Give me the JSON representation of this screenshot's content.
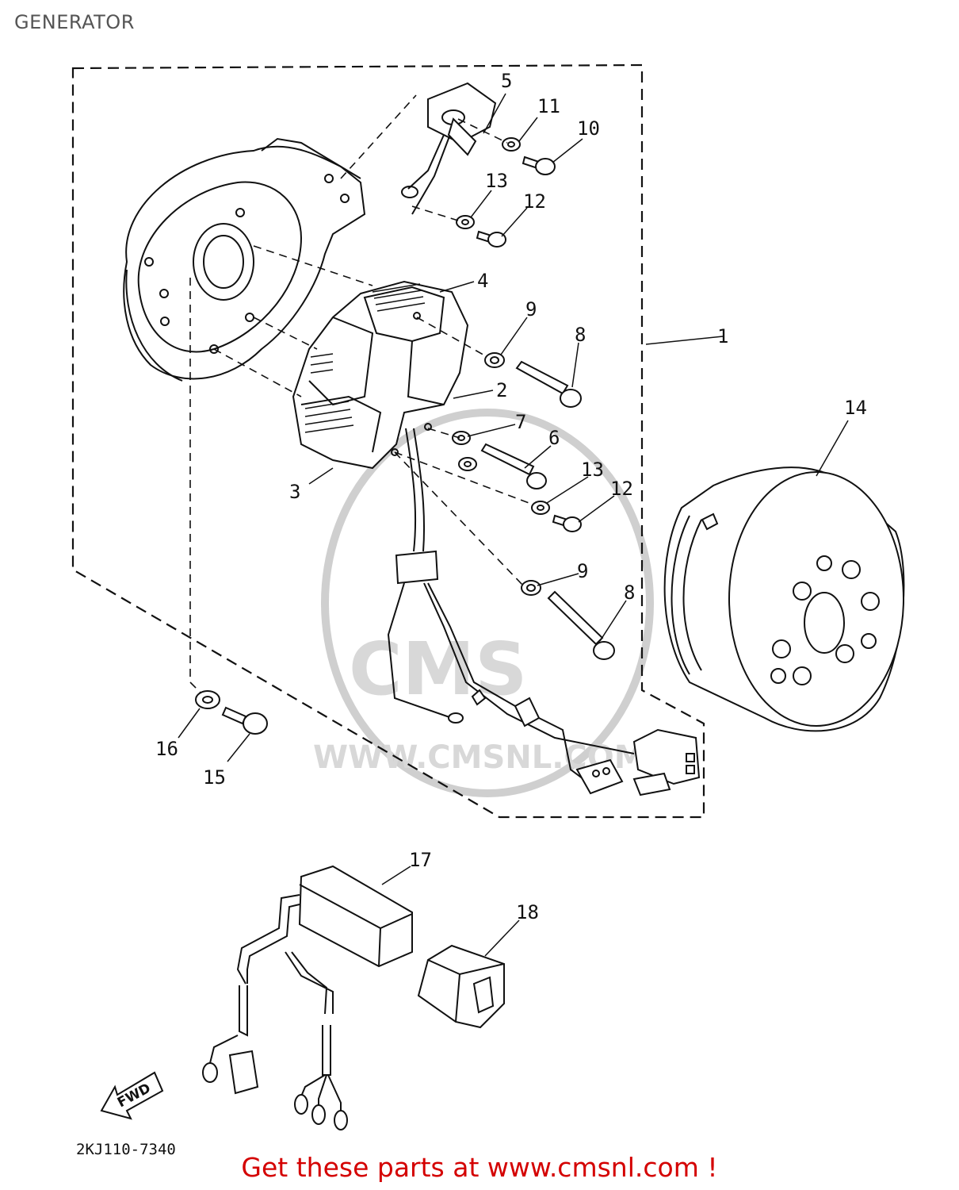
{
  "page": {
    "title": "GENERATOR"
  },
  "diagram": {
    "code": "2KJ110-7340",
    "fwd": "FWD",
    "watermark": {
      "brand": "CMS",
      "url": "WWW.CMSNL.COM"
    },
    "labels": {
      "p1": "1",
      "p2": "2",
      "p3": "3",
      "p4": "4",
      "p5": "5",
      "p6": "6",
      "p7": "7",
      "p8a": "8",
      "p8b": "8",
      "p9a": "9",
      "p9b": "9",
      "p10": "10",
      "p11": "11",
      "p12a": "12",
      "p12b": "12",
      "p13a": "13",
      "p13b": "13",
      "p14": "14",
      "p15": "15",
      "p16": "16",
      "p17": "17",
      "p18": "18"
    }
  },
  "footer": {
    "promo": "Get these parts at www.cmsnl.com !"
  }
}
